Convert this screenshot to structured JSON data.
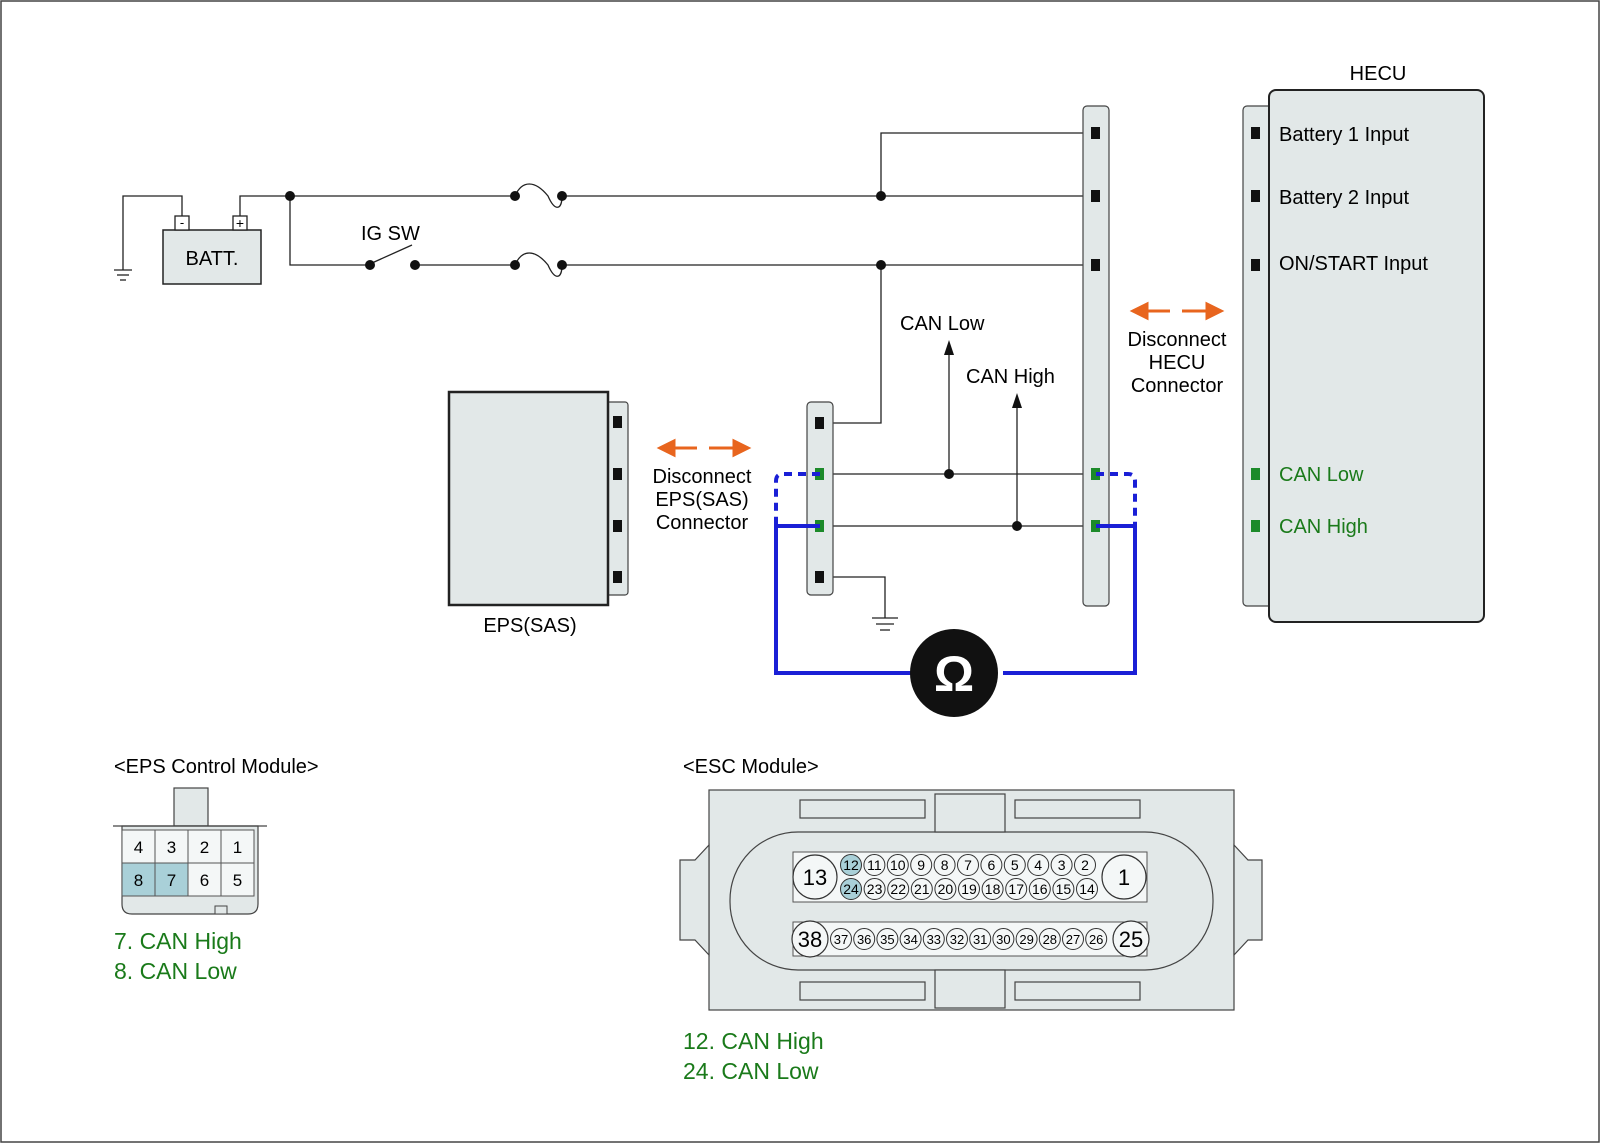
{
  "battery": {
    "label": "BATT.",
    "neg": "-",
    "pos": "+"
  },
  "ig_switch": {
    "label": "IG SW"
  },
  "can_low_arrow": "CAN Low",
  "can_high_arrow": "CAN High",
  "hecu": {
    "title": "HECU",
    "pins": [
      "Battery 1 Input",
      "Battery 2 Input",
      "ON/START Input",
      "CAN Low",
      "CAN High"
    ]
  },
  "disconnect_hecu": [
    "Disconnect",
    "HECU",
    "Connector"
  ],
  "disconnect_eps": [
    "Disconnect",
    "EPS(SAS)",
    "Connector"
  ],
  "eps": {
    "label": "EPS(SAS)"
  },
  "ohmmeter": {
    "symbol": "Ω"
  },
  "eps_module": {
    "title": "<EPS Control Module>",
    "top_pins": [
      "4",
      "3",
      "2",
      "1"
    ],
    "bottom_pins": [
      "8",
      "7",
      "6",
      "5"
    ],
    "highlighted": [
      "8",
      "7"
    ],
    "notes": [
      "7. CAN High",
      "8. CAN Low"
    ]
  },
  "esc_module": {
    "title": "<ESC Module>",
    "row1": [
      "13",
      "12",
      "11",
      "10",
      "9",
      "8",
      "7",
      "6",
      "5",
      "4",
      "3",
      "2",
      "1"
    ],
    "row2": [
      "24",
      "23",
      "22",
      "21",
      "20",
      "19",
      "18",
      "17",
      "16",
      "15",
      "14"
    ],
    "row3": [
      "38",
      "37",
      "36",
      "35",
      "34",
      "33",
      "32",
      "31",
      "30",
      "29",
      "28",
      "27",
      "26",
      "25"
    ],
    "highlighted": [
      "12",
      "24"
    ],
    "notes": [
      "12. CAN High",
      "24. CAN Low"
    ]
  },
  "colors": {
    "probe": "#1a1fd6",
    "note": "#1a7a1a",
    "arrow": "#e8651e",
    "fill": "#e2e8e8",
    "highlight": "#a9d0d8",
    "pin_green": "#1c8a2a"
  }
}
